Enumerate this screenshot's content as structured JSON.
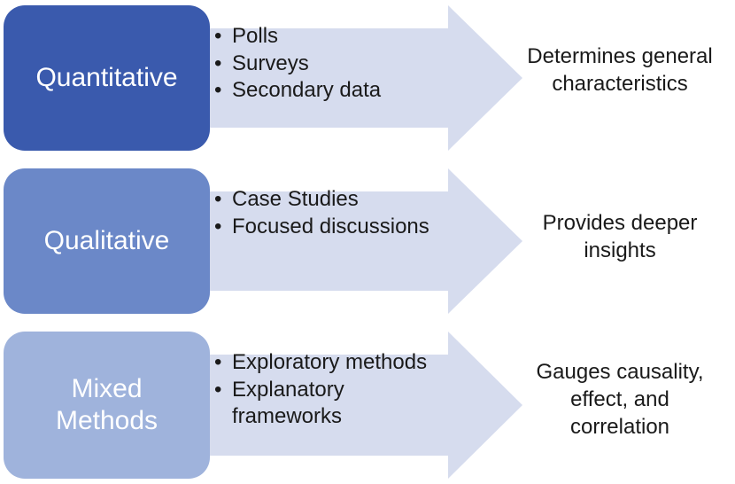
{
  "rows": [
    {
      "category_lines": [
        "Quantitative"
      ],
      "box_color": "#3a5aad",
      "bullets": [
        "Polls",
        "Surveys",
        "Secondary data"
      ],
      "outcome_lines": [
        "Determines general",
        "characteristics"
      ]
    },
    {
      "category_lines": [
        "Qualitative"
      ],
      "box_color": "#6b88c8",
      "bullets": [
        "Case Studies",
        "Focused discussions"
      ],
      "outcome_lines": [
        "Provides deeper",
        "insights"
      ]
    },
    {
      "category_lines": [
        "Mixed",
        "Methods"
      ],
      "box_color": "#9fb3dc",
      "bullets": [
        "Exploratory methods",
        "Explanatory",
        "frameworks"
      ],
      "outcome_lines": [
        "Gauges causality,",
        "effect, and",
        "correlation"
      ]
    }
  ],
  "arrow_color": "#d6dcee",
  "text_color": "#1a1a1a"
}
